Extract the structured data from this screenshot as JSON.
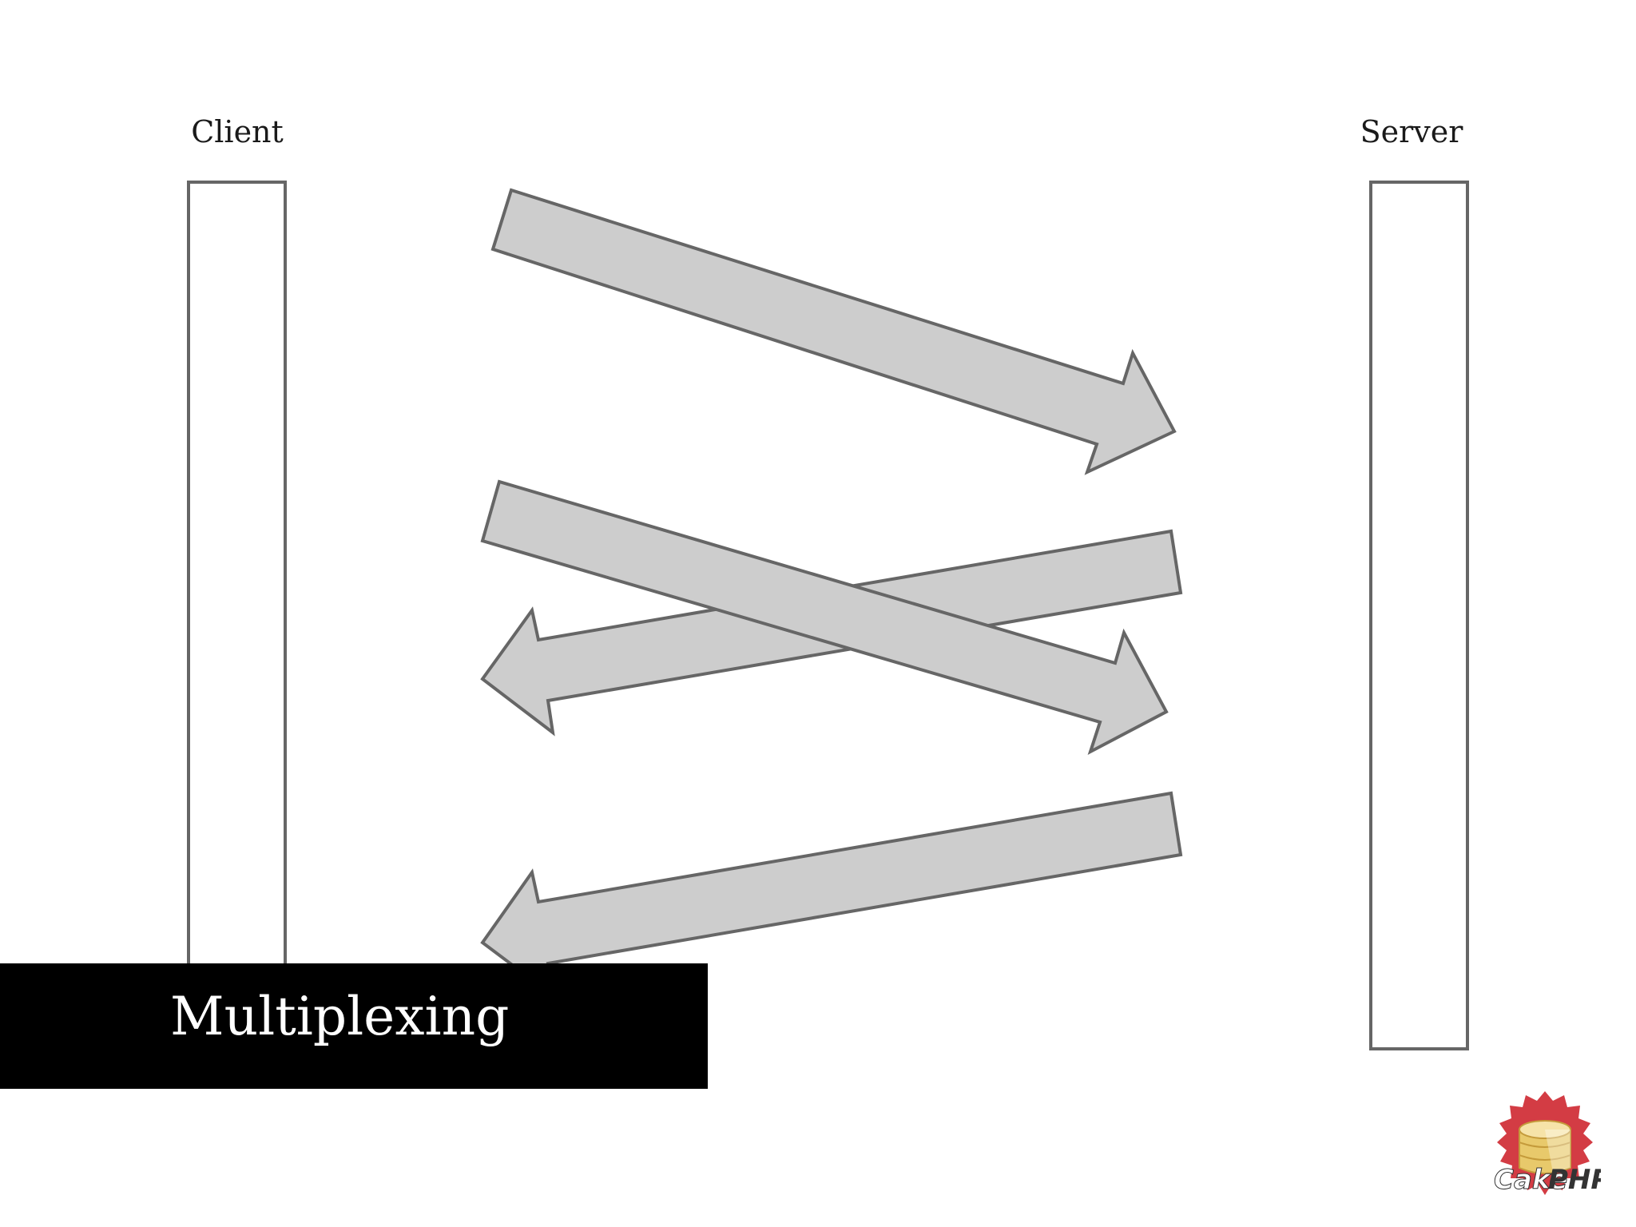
{
  "slide": {
    "title": "Multiplexing",
    "background_color": "#ffffff"
  },
  "diagram": {
    "nodes": {
      "client": {
        "label": "Client"
      },
      "server": {
        "label": "Server"
      }
    },
    "arrows": [
      {
        "id": "request-1",
        "direction": "client-to-server"
      },
      {
        "id": "request-2",
        "direction": "client-to-server"
      },
      {
        "id": "response-1",
        "direction": "server-to-client"
      },
      {
        "id": "response-2",
        "direction": "server-to-client"
      }
    ],
    "colors": {
      "arrow_fill": "#cdcdcd",
      "arrow_stroke": "#666666",
      "lifeline_stroke": "#666666",
      "title_bar": "#000000",
      "title_text": "#ffffff"
    }
  },
  "logo": {
    "name": "cakephp-logo",
    "text_cake": "Cake",
    "text_php": "PHP",
    "colors": {
      "badge": "#d33c44",
      "cake": "#e8c96b",
      "php": "#333333"
    }
  }
}
